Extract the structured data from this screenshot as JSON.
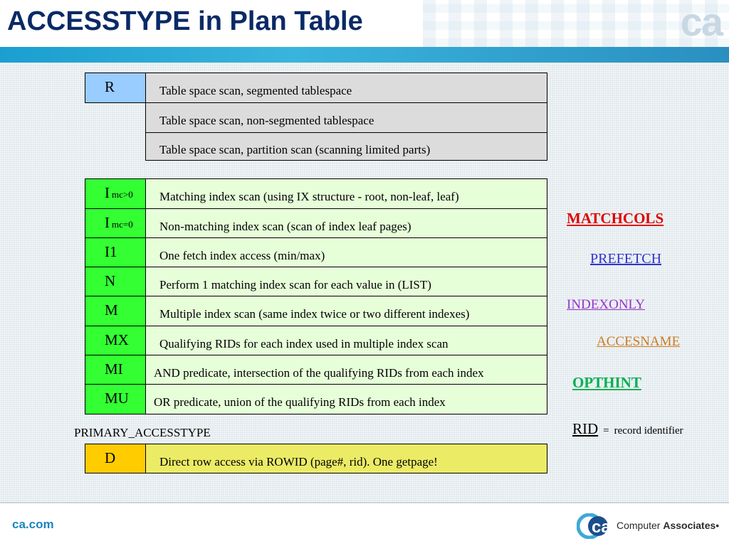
{
  "title": "ACCESSTYPE in Plan Table",
  "logo_text": "ca",
  "tablespace_group": {
    "code": "R",
    "rows": [
      "Table space scan, segmented tablespace",
      "Table space scan, non-segmented tablespace",
      "Table space scan, partition scan (scanning limited parts)"
    ]
  },
  "index_group": [
    {
      "code": "I",
      "sub": "mc>0",
      "desc": "Matching index scan (using IX structure - root, non-leaf, leaf)"
    },
    {
      "code": "I",
      "sub": "mc=0",
      "desc": "Non-matching index scan (scan of index leaf pages)"
    },
    {
      "code": "I1",
      "sub": "",
      "desc": "One fetch index access (min/max)"
    },
    {
      "code": "N",
      "sub": "",
      "desc": "Perform 1 matching index scan for each value in (LIST)"
    },
    {
      "code": "M",
      "sub": "",
      "desc": "Multiple index scan (same index twice or two different indexes)"
    },
    {
      "code": "MX",
      "sub": "",
      "desc": "Qualifying RIDs for each index used in multiple index scan"
    },
    {
      "code": "MI",
      "sub": "",
      "desc": "AND predicate, intersection of the qualifying RIDs from each index"
    },
    {
      "code": "MU",
      "sub": "",
      "desc": "OR predicate, union of the qualifying RIDs from each index"
    }
  ],
  "primary_label": "PRIMARY_ACCESSTYPE",
  "primary_group": {
    "code": "D",
    "desc": "Direct row access via ROWID (page#, rid).  One getpage!"
  },
  "keywords": {
    "matchcols": "MATCHCOLS",
    "prefetch": "PREFETCH",
    "indexonly": "INDEXONLY",
    "accesname": "ACCESNAME",
    "opthint": "OPTHINT",
    "rid": "RID",
    "rid_eq": "=",
    "rid_def": "record identifier"
  },
  "colors": {
    "title": "#0a2a66",
    "stripe": "#1a9fd0",
    "blue_code": "#99ccff",
    "grey_desc": "#dcdcdc",
    "green_code": "#33ff33",
    "green_desc": "#e6ffd9",
    "orange_code": "#ffcc00",
    "yellow_desc": "#ebeb66",
    "matchcols": "#e00000",
    "prefetch": "#3333cc",
    "indexonly": "#9933cc",
    "accesname": "#cc7a22",
    "opthint": "#00b050"
  },
  "footer": {
    "site": "ca.com",
    "company_regular": "Computer",
    "company_bold": "Associates"
  }
}
